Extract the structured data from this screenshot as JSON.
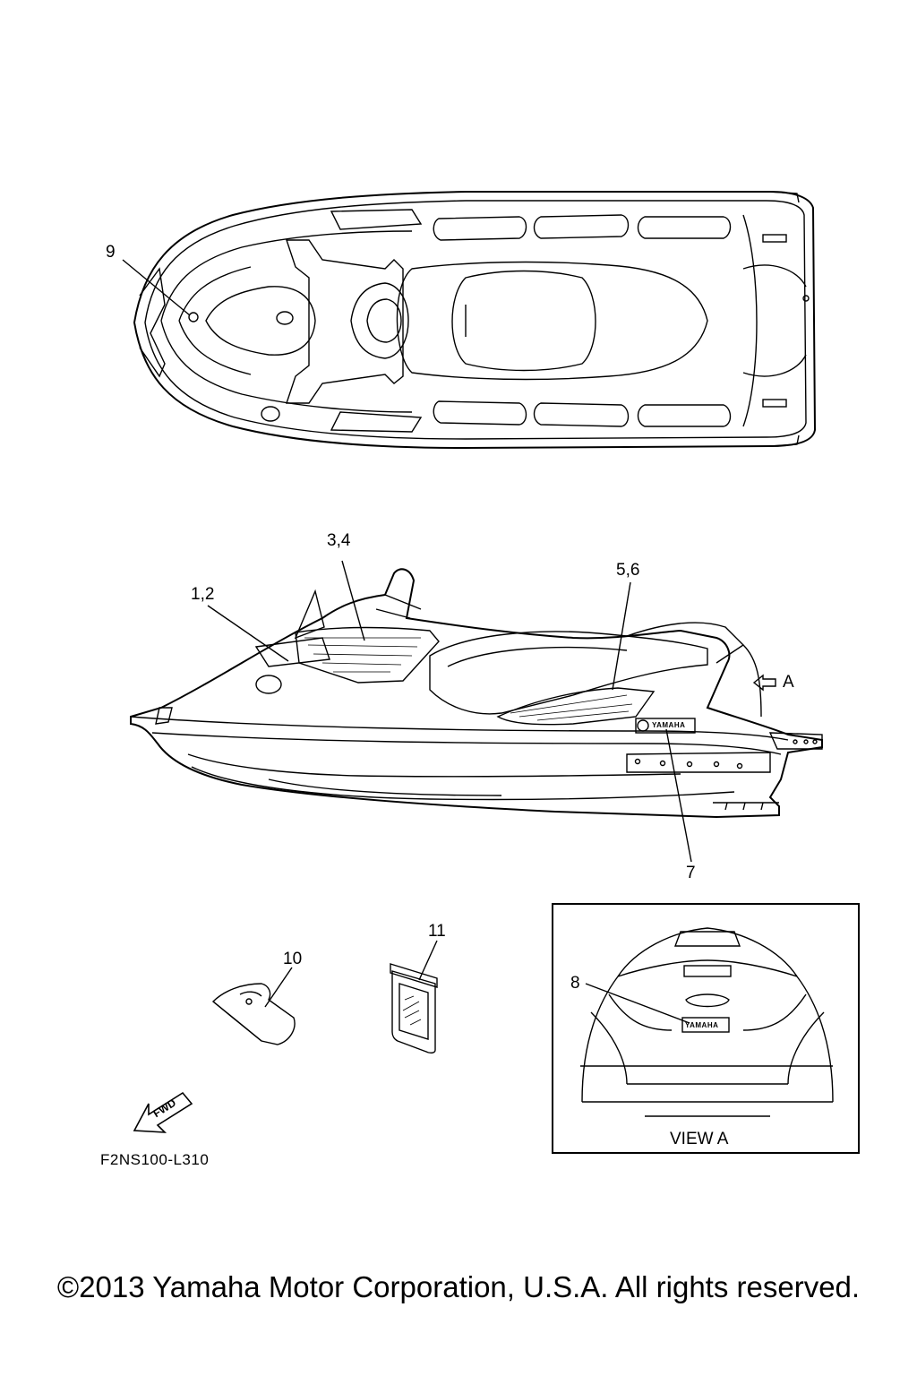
{
  "callouts": {
    "c9": "9",
    "c34": "3,4",
    "c12": "1,2",
    "c56": "5,6",
    "c7": "7",
    "c10": "10",
    "c11": "11",
    "c8": "8"
  },
  "arrow_label": "A",
  "view_label": "VIEW A",
  "fwd_label": "FWD",
  "brand_decal": "YAMAHA",
  "diagram_code": "F2NS100-L310",
  "copyright": "©2013 Yamaha Motor Corporation, U.S.A. All rights reserved."
}
